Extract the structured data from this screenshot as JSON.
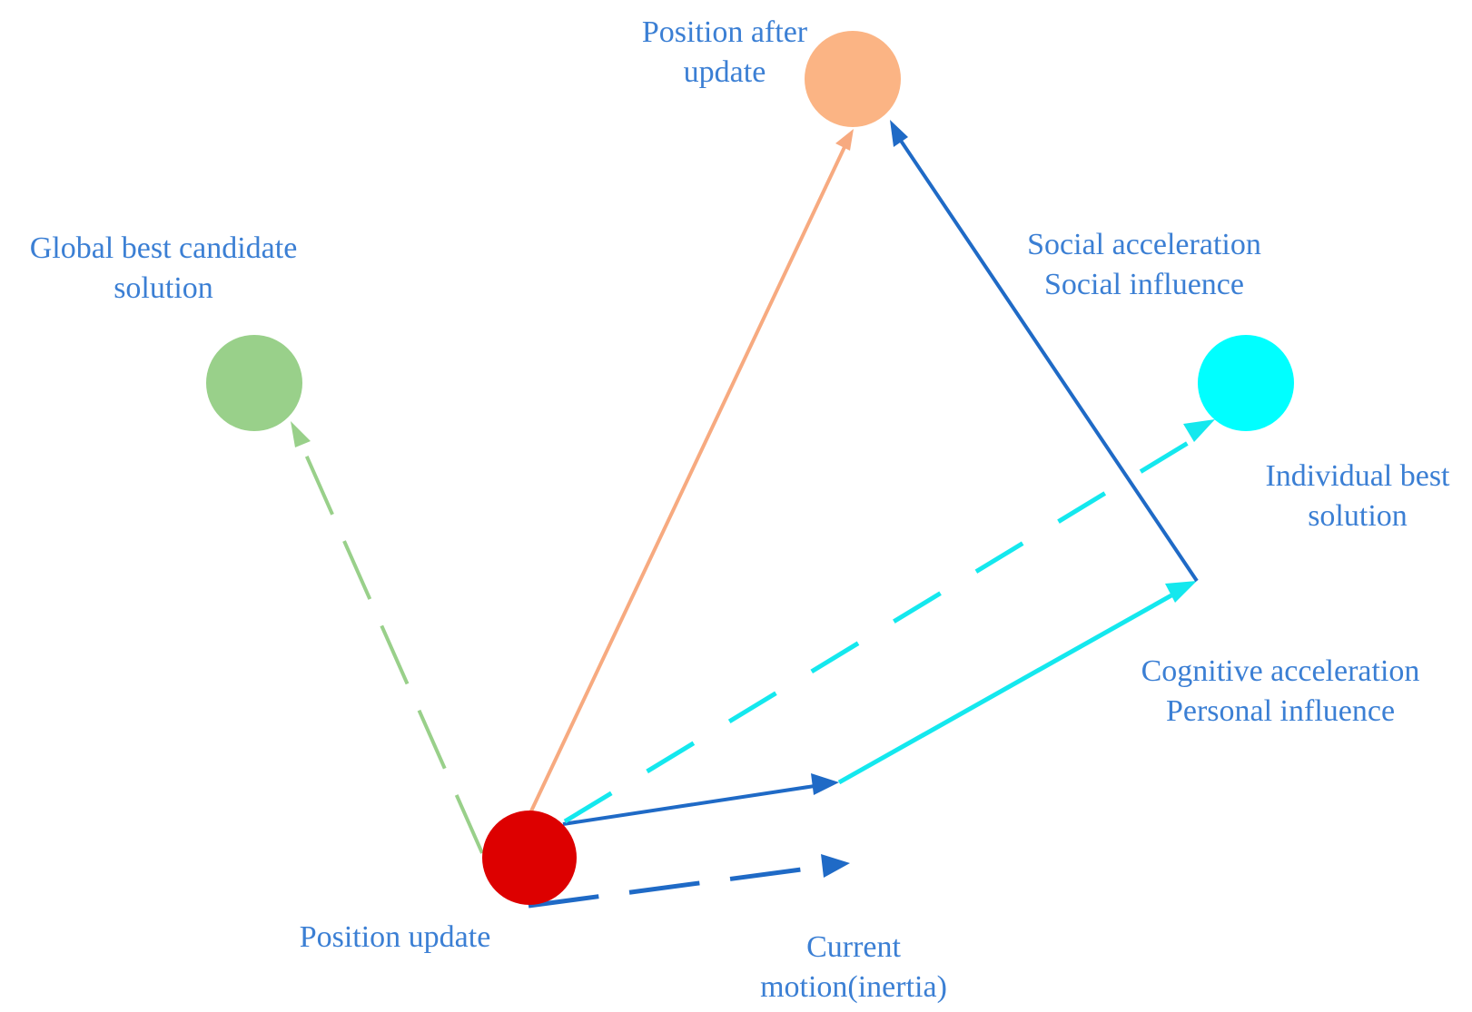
{
  "colors": {
    "label_text": "#3b7fd4",
    "position_update": "#dd0000",
    "position_after_update": "#fbb484",
    "global_best": "#99d08a",
    "individual_best": "#00ffff",
    "inertia": "#1f6ac6",
    "social": "#1f6ac6",
    "cognitive": "#14e8ee",
    "update_path": "#f7aa80"
  },
  "labels": {
    "position_after_update": [
      "Position after",
      "update"
    ],
    "global_best": [
      "Global best candidate",
      "solution"
    ],
    "social": [
      "Social acceleration",
      "Social influence"
    ],
    "individual_best": [
      "Individual best",
      "solution"
    ],
    "cognitive": [
      "Cognitive acceleration",
      "Personal influence"
    ],
    "position_update": [
      "Position update"
    ],
    "current_motion": [
      "Current",
      "motion(inertia)"
    ]
  }
}
